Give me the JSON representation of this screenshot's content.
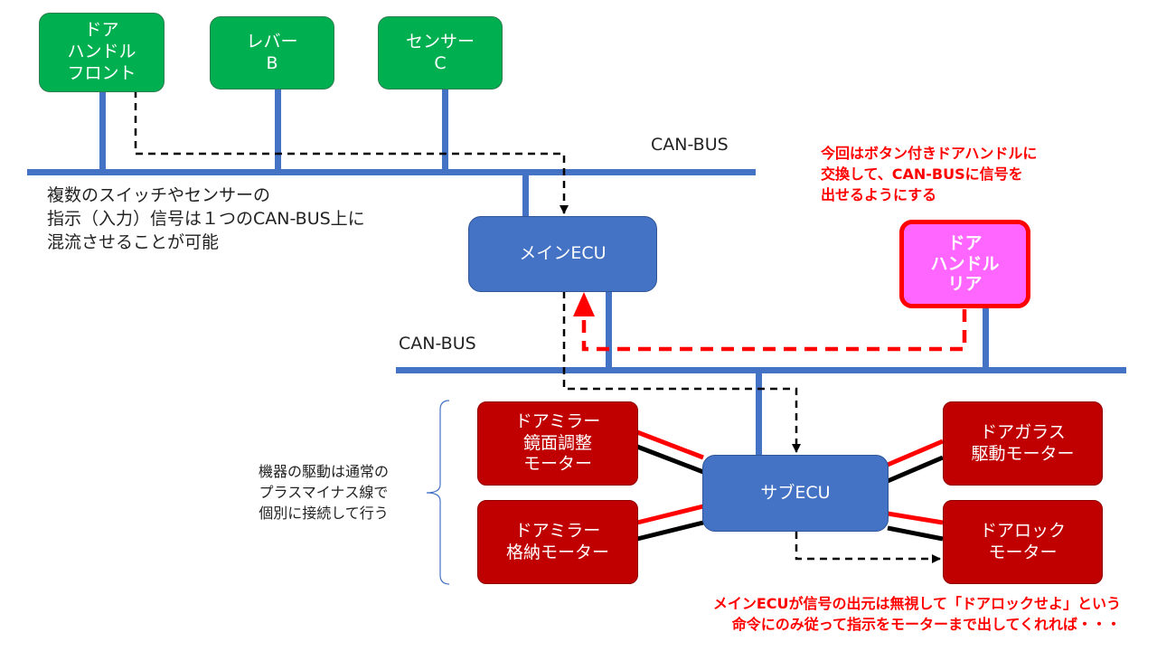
{
  "top_devices": {
    "door_handle_front": "ドア\nハンドル\nフロント",
    "lever_b": "レバー\nB",
    "sensor_c": "センサー\nC"
  },
  "labels": {
    "can_bus_upper": "CAN-BUS",
    "can_bus_lower": "CAN-BUS",
    "multiplex_note": "複数のスイッチやセンサーの\n指示（入力）信号は１つのCAN-BUS上に\n混流させることが可能",
    "drive_note": "機器の駆動は通常の\nプラスマイナス線で\n個別に接続して行う"
  },
  "ecus": {
    "main": "メインECU",
    "sub": "サブECU"
  },
  "rear_handle": {
    "label": "ドア\nハンドル\nリア",
    "note": "今回はボタン付きドアハンドルに\n交換して、CAN-BUSに信号を\n出せるようにする"
  },
  "actuators": {
    "mirror_adjust": "ドアミラー\n鏡面調整\nモーター",
    "mirror_fold": "ドアミラー\n格納モーター",
    "glass_motor": "ドアガラス\n駆動モーター",
    "lock_motor": "ドアロック\nモーター"
  },
  "bottom_note": "メインECUが信号の出元は無視して「ドアロックせよ」という\n命令にのみ従って指示をモーターまで出してくれれば・・・",
  "colors": {
    "bus": "#4472c4",
    "device_green": "#00b050",
    "ecu_blue": "#4472c4",
    "actuator_red": "#c00000",
    "rear_handle_pink": "#ff66ff",
    "highlight_red": "#ff0000"
  }
}
